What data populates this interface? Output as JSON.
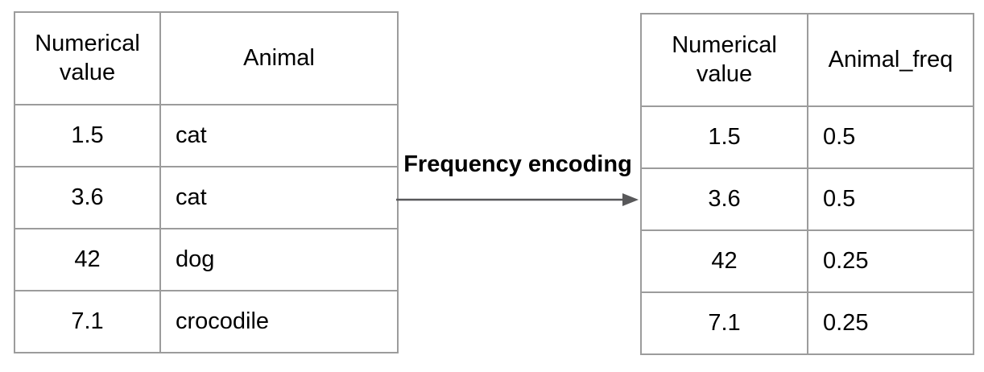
{
  "diagram": {
    "label": "Frequency encoding"
  },
  "left_table": {
    "headers": [
      "Numerical value",
      "Animal"
    ],
    "rows": [
      [
        "1.5",
        "cat"
      ],
      [
        "3.6",
        "cat"
      ],
      [
        "42",
        "dog"
      ],
      [
        "7.1",
        "crocodile"
      ]
    ]
  },
  "right_table": {
    "headers": [
      "Numerical value",
      "Animal_freq"
    ],
    "rows": [
      [
        "1.5",
        "0.5"
      ],
      [
        "3.6",
        "0.5"
      ],
      [
        "42",
        "0.25"
      ],
      [
        "7.1",
        "0.25"
      ]
    ]
  },
  "colors": {
    "table_border": "#9c9c9c",
    "arrow": "#58585a",
    "text": "#000000",
    "background": "#ffffff"
  }
}
